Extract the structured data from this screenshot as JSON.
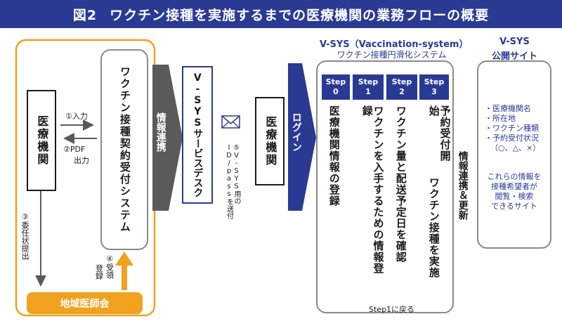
{
  "title": {
    "fig": "図2",
    "text": "ワクチン接種を実施するまでの医療機関の業務フローの概要"
  },
  "left": {
    "hospital": "医療機関",
    "input_label": "①入力",
    "pdf_label": "②PDF",
    "pdf_output": "出力",
    "submit_label": "③委任状提出",
    "receive_label": "④受領",
    "register_label": "登録",
    "reception_system": "ワクチン接種契約受付システム",
    "medical_association": "地域医師会"
  },
  "info_link": "情報連携",
  "service_desk": "V-SYSサービスデスク",
  "id_pass_note": "⑤V-SYS用のID/passを送付",
  "hospital2": "医療機関",
  "login": "ログイン",
  "vsys": {
    "title": "V-SYS（Vaccination-system）",
    "subtitle": "ワクチン接種円滑化システム",
    "steps": [
      {
        "label": "Step",
        "num": "0",
        "text": "医療機関情報の登録"
      },
      {
        "label": "Step",
        "num": "1",
        "text": "ワクチンを入手するための情報登録"
      },
      {
        "label": "Step",
        "num": "2",
        "text": "ワクチン量と配送予定日を確認"
      },
      {
        "label": "Step",
        "num": "3",
        "text_top": "予約受付開始",
        "text_bottom": "ワクチン接種を実施"
      }
    ],
    "back_label": "Step1に戻る"
  },
  "update_label": "情報連携＆更新",
  "public_site": {
    "title1": "V-SYS",
    "title2": "公開サイト",
    "items": [
      "・医療機関名",
      "・所在地",
      "・ワクチン種類",
      "・予約受付状況",
      "（○、△、×）"
    ],
    "desc": [
      "これらの情報を",
      "接種希望者が",
      "閲覧・検索",
      "できるサイト"
    ]
  },
  "colors": {
    "navy": "#2a3a93",
    "orange": "#f0a21e",
    "gray_arrow": "#5a5a5a"
  }
}
